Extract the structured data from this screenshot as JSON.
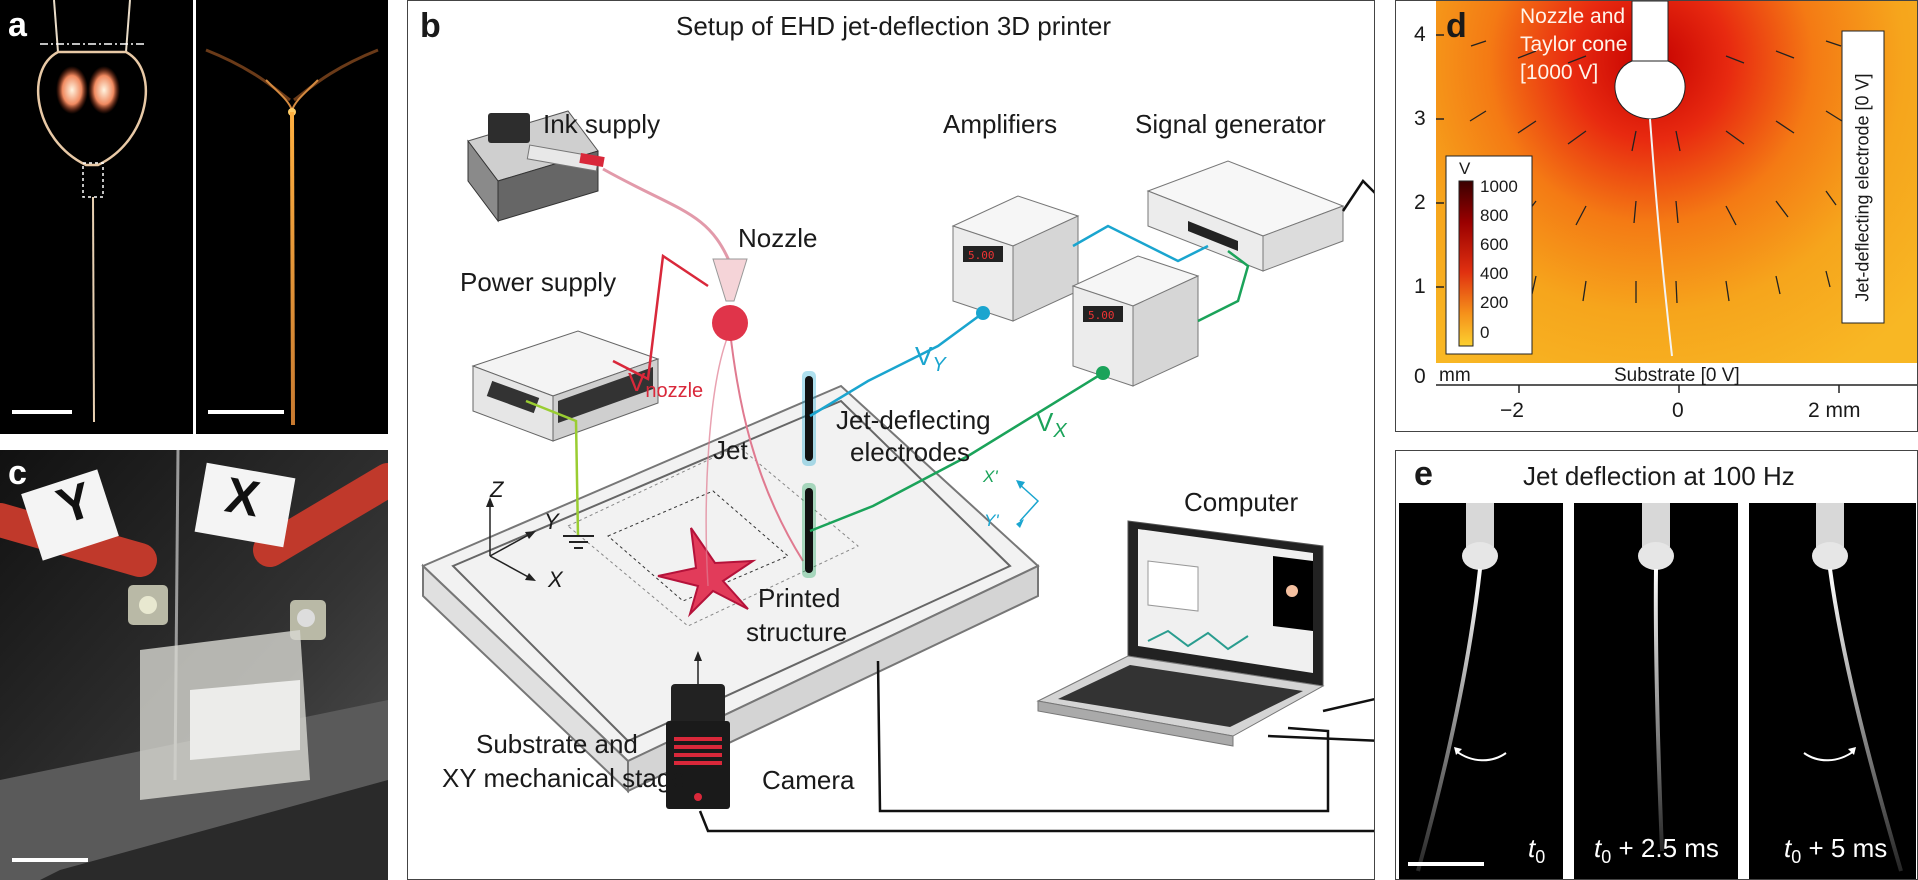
{
  "panels": {
    "a": {
      "letter": "a"
    },
    "b": {
      "letter": "b",
      "title": "Setup of EHD jet-deflection 3D printer",
      "labels": {
        "ink_supply": "Ink supply",
        "nozzle": "Nozzle",
        "power_supply": "Power supply",
        "v": "V",
        "v_nozzle_sub": "nozzle",
        "v_y_sub": "Y",
        "v_x_sub": "X",
        "amplifiers": "Amplifiers",
        "signal_generator": "Signal generator",
        "jet": "Jet",
        "electrodes_line1": "Jet-deflecting",
        "electrodes_line2": "electrodes",
        "printed_line1": "Printed",
        "printed_line2": "structure",
        "substrate_line1": "Substrate and",
        "substrate_line2": "XY mechanical stage",
        "camera": "Camera",
        "computer": "Computer",
        "axis_z": "Z",
        "axis_y": "Y",
        "axis_x": "X",
        "axis_x_prime": "X'",
        "axis_y_prime": "Y'"
      }
    },
    "c": {
      "letter": "c",
      "tag_y": "Y",
      "tag_x": "X"
    },
    "d": {
      "letter": "d",
      "nozzle_label_line1": "Nozzle and",
      "nozzle_label_line2": "Taylor cone",
      "nozzle_label_line3": "[1000 V]",
      "right_label": "Jet-deflecting electrode [0 V]",
      "bottom_label": "Substrate [0 V]",
      "y_ticks": [
        "0",
        "1",
        "2",
        "3",
        "4"
      ],
      "x_ticks": [
        "−2",
        "0",
        "2 mm"
      ],
      "y_unit": "mm",
      "colorbar_unit": "V",
      "colorbar_ticks": [
        "1000",
        "800",
        "600",
        "400",
        "200",
        "0"
      ]
    },
    "e": {
      "letter": "e",
      "title": "Jet deflection at 100 Hz",
      "frames": [
        {
          "t": "t",
          "sub": "0",
          "suffix": ""
        },
        {
          "t": "t",
          "sub": "0",
          "suffix": " + 2.5 ms"
        },
        {
          "t": "t",
          "sub": "0",
          "suffix": " + 5 ms"
        }
      ]
    }
  },
  "colors": {
    "vy": "#1aa5cf",
    "vx": "#1ba35a",
    "nozzle_red": "#d9283a",
    "ground": "#9acd32"
  }
}
